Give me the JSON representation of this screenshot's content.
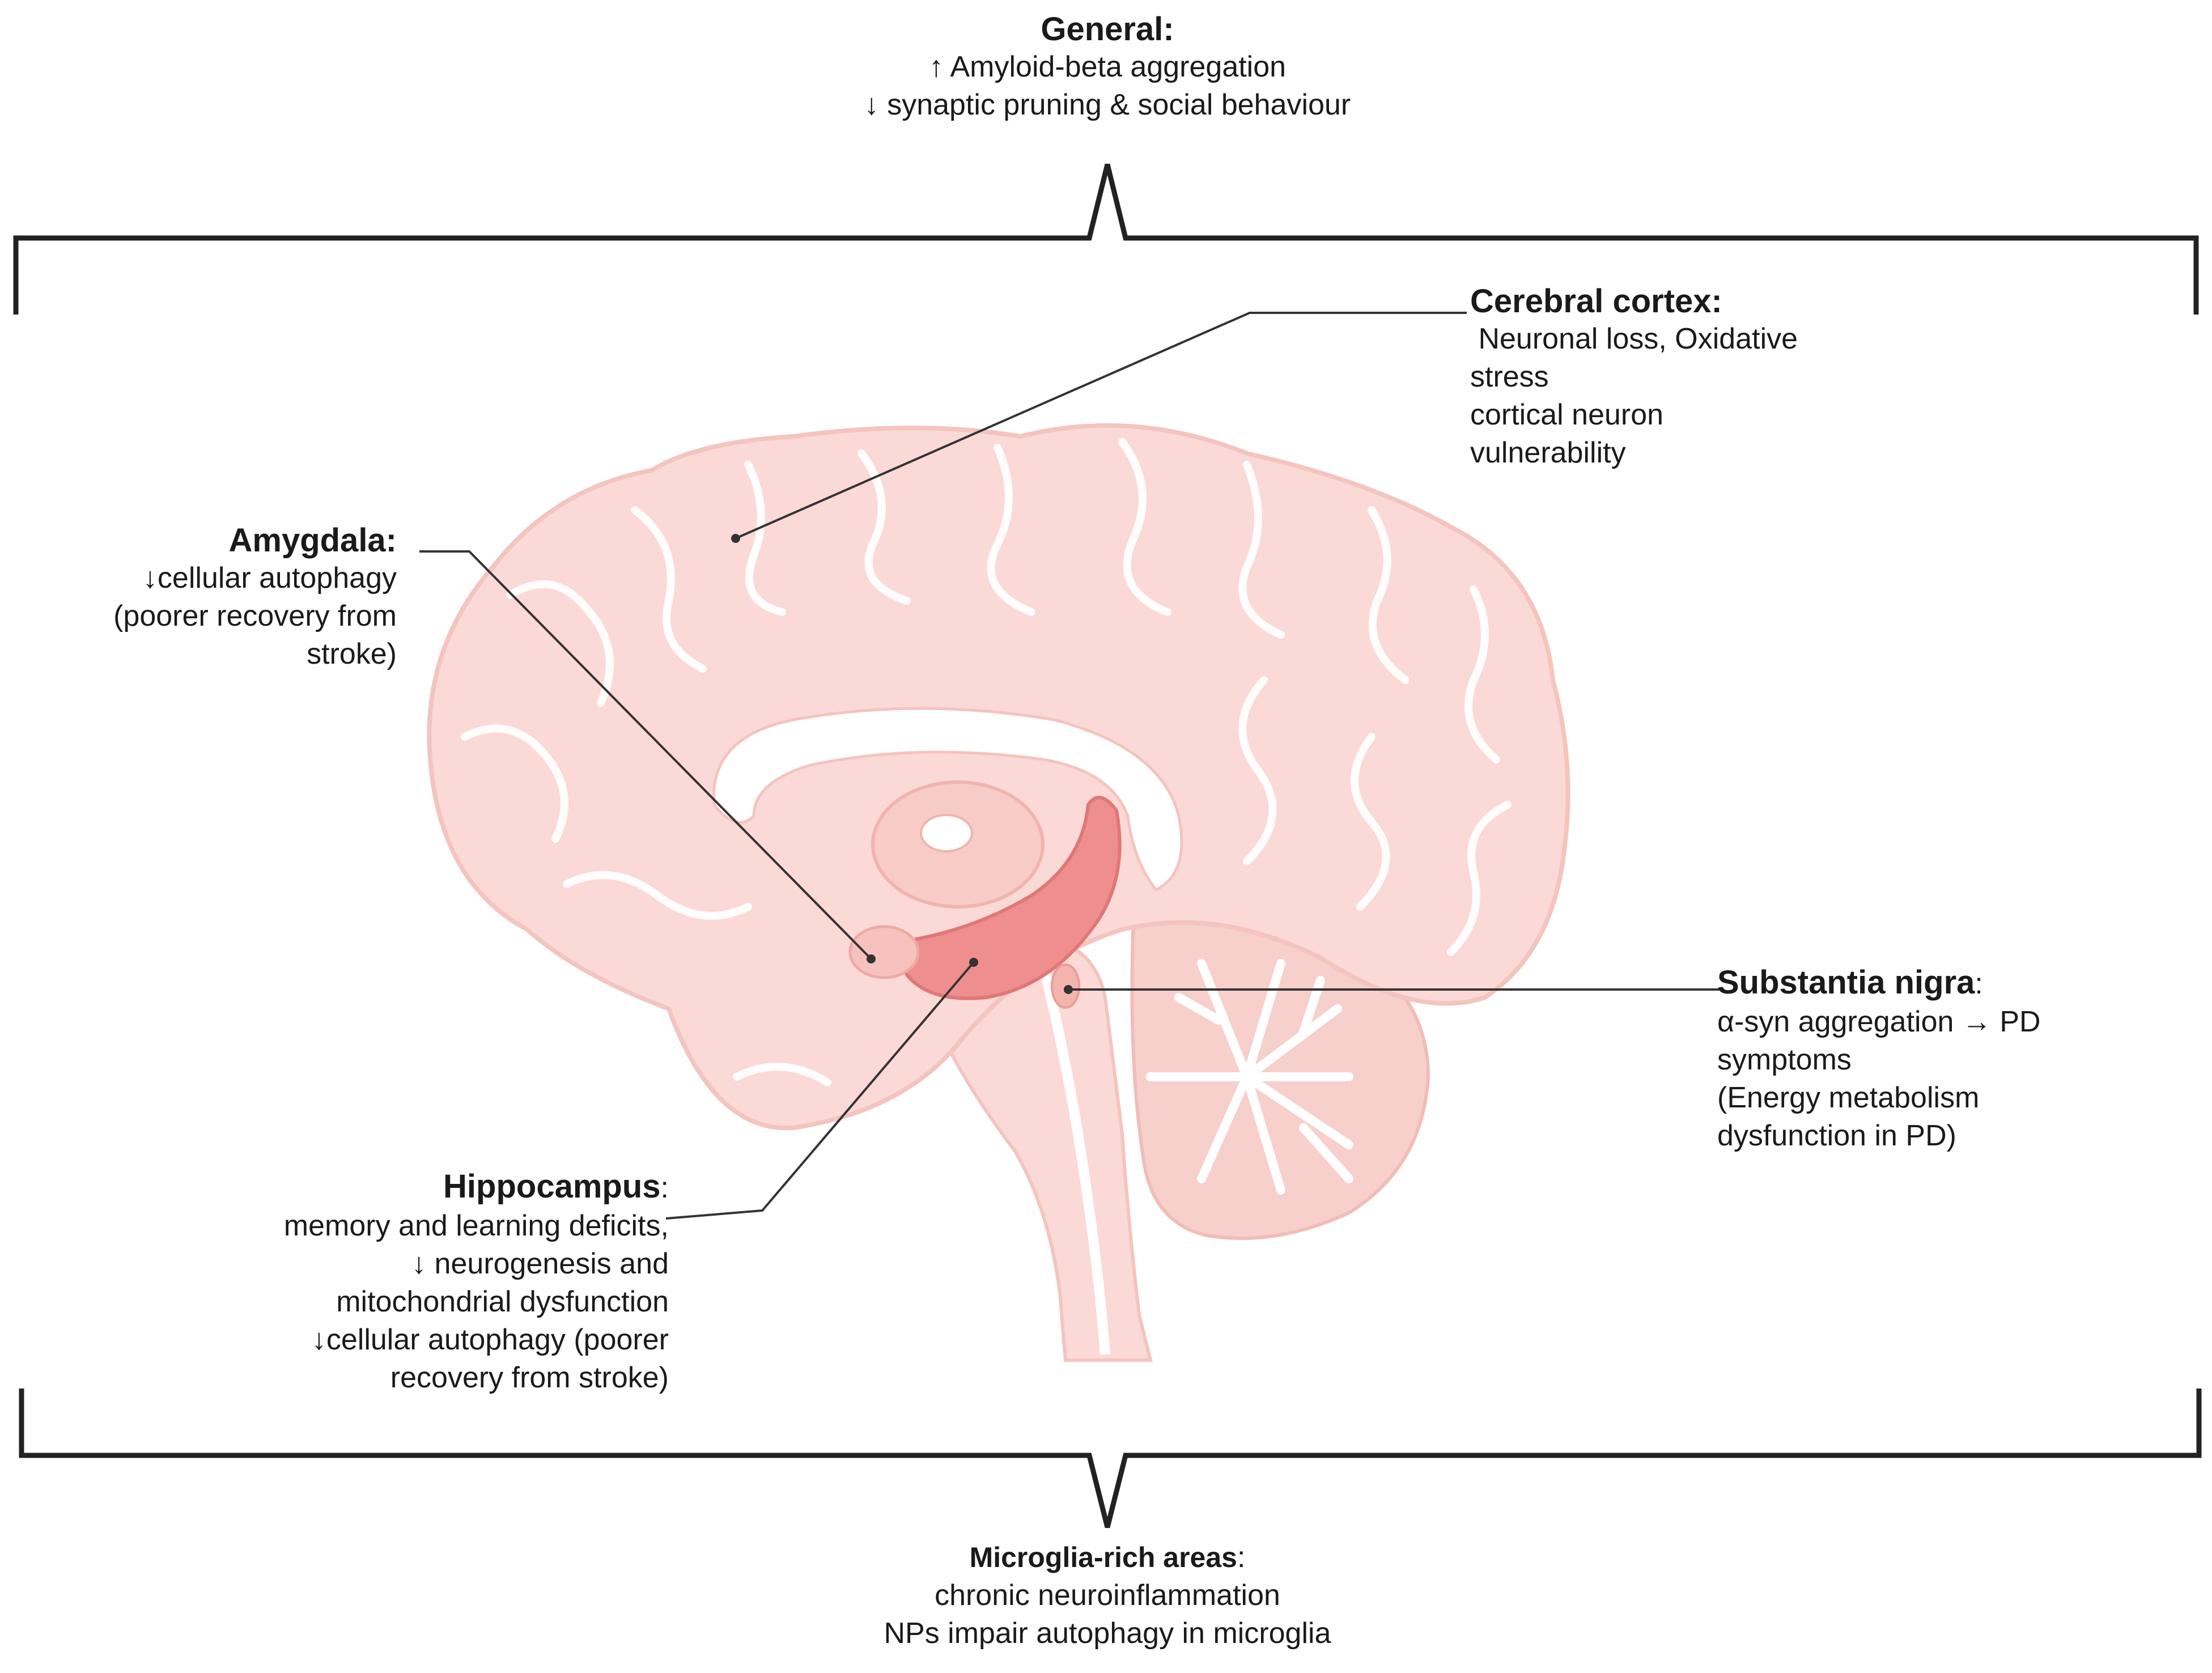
{
  "general": {
    "heading": "General:",
    "lines": [
      "↑ Amyloid-beta aggregation",
      "↓ synaptic pruning & social behaviour"
    ]
  },
  "cortex": {
    "heading": "Cerebral cortex:",
    "lines": [
      " Neuronal loss, Oxidative",
      "stress",
      "cortical neuron",
      "vulnerability"
    ]
  },
  "amygdala": {
    "heading": "Amygdala:",
    "lines": [
      "↓cellular autophagy",
      "(poorer recovery from",
      "stroke)"
    ]
  },
  "substantia": {
    "heading": "Substantia nigra",
    "suffix": ":",
    "lines": [
      "α-syn aggregation → PD",
      "symptoms",
      "(Energy metabolism",
      "dysfunction in PD)"
    ]
  },
  "hippocampus": {
    "heading": "Hippocampus",
    "suffix": ":",
    "lines": [
      "memory and learning deficits,",
      "↓ neurogenesis and",
      "mitochondrial dysfunction",
      "↓cellular autophagy (poorer",
      "recovery from stroke)"
    ]
  },
  "microglia": {
    "heading": "Microglia-rich areas",
    "suffix": ":",
    "lines": [
      "chronic neuroinflammation",
      "NPs impair autophagy in microglia"
    ]
  },
  "colors": {
    "brain": "#fbd9d6",
    "brain_dark": "#f4b9b4",
    "sulci": "#ffffff",
    "hippocampus": "#ee8e8e",
    "leader": "#333333",
    "bracket": "#222222"
  }
}
